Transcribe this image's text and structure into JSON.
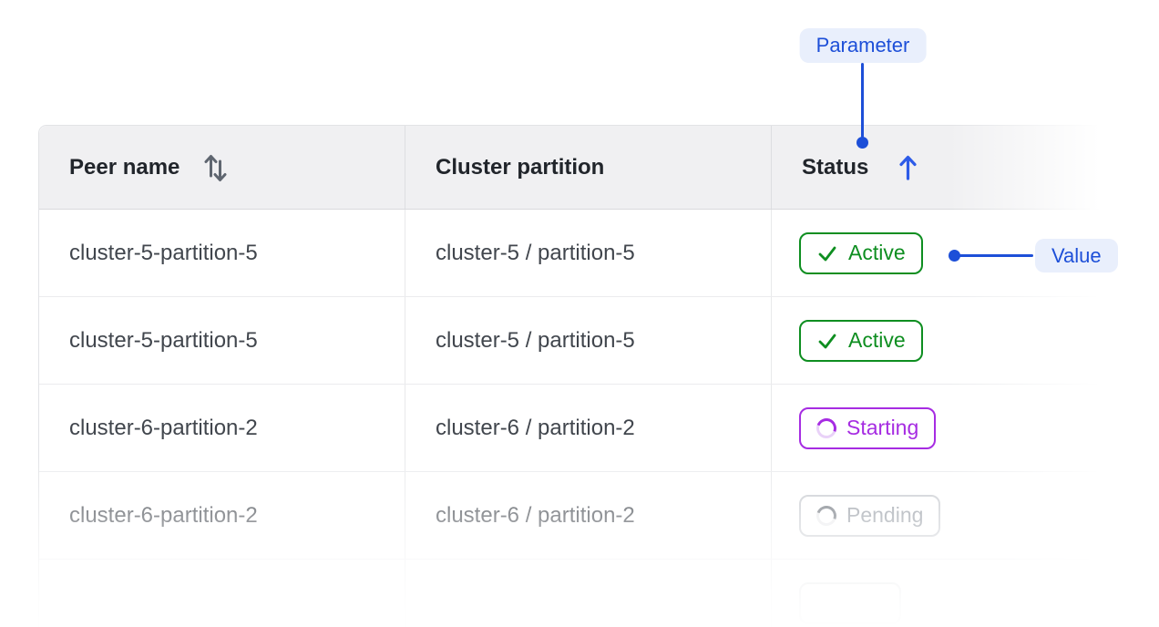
{
  "callouts": {
    "parameter": {
      "label": "Parameter"
    },
    "value": {
      "label": "Value"
    },
    "accent_color": "#1d4fd8",
    "pill_bg": "#e9effc"
  },
  "table": {
    "header": {
      "peer_name": {
        "label": "Peer name",
        "sort_state": "sortable"
      },
      "cluster_partition": {
        "label": "Cluster partition",
        "sort_state": "none"
      },
      "status": {
        "label": "Status",
        "sort_state": "ascending"
      }
    },
    "rows": [
      {
        "peer_name": "cluster-5-partition-5",
        "cluster_partition": "cluster-5 / partition-5",
        "status": {
          "label": "Active",
          "kind": "active"
        }
      },
      {
        "peer_name": "cluster-5-partition-5",
        "cluster_partition": "cluster-5 / partition-5",
        "status": {
          "label": "Active",
          "kind": "active"
        }
      },
      {
        "peer_name": "cluster-6-partition-2",
        "cluster_partition": "cluster-6 / partition-2",
        "status": {
          "label": "Starting",
          "kind": "starting"
        }
      },
      {
        "peer_name": "cluster-6-partition-2",
        "cluster_partition": "cluster-6 / partition-2",
        "status": {
          "label": "Pending",
          "kind": "pending"
        }
      },
      {
        "peer_name": "",
        "cluster_partition": "",
        "status": {
          "label": "",
          "kind": "cutoff"
        }
      }
    ],
    "status_colors": {
      "active": "#0e8e20",
      "starting": "#a62ce2",
      "pending": "#969ca4"
    }
  }
}
